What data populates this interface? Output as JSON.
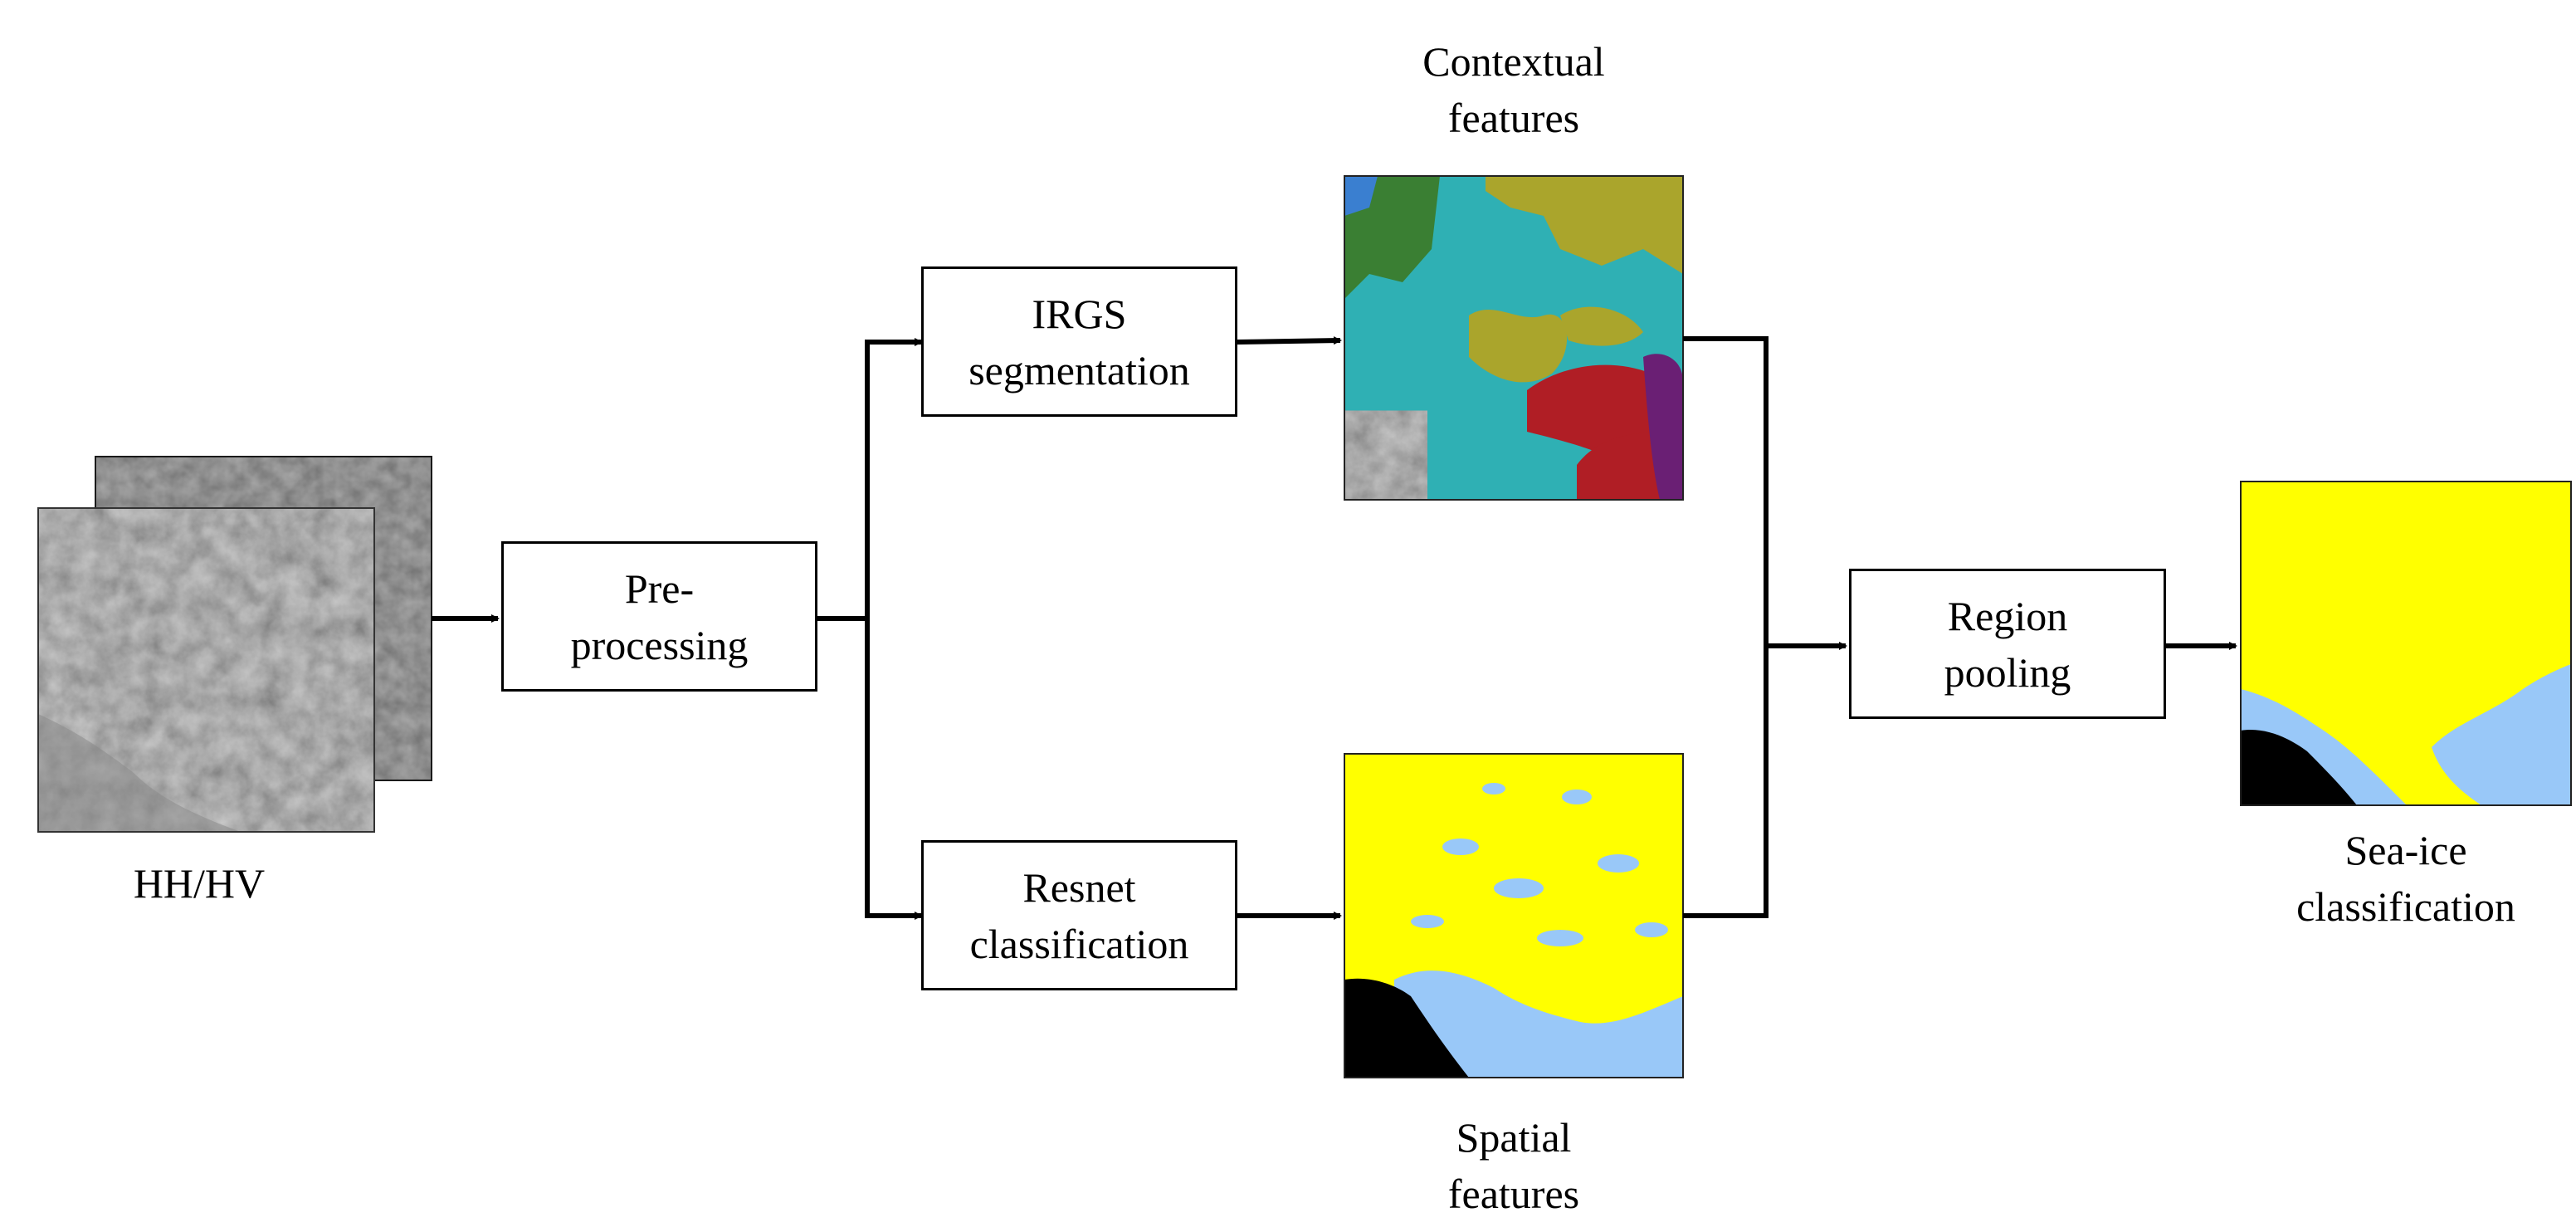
{
  "input": {
    "label": "HH/HV"
  },
  "nodes": {
    "preprocessing": [
      "Pre-",
      "processing"
    ],
    "irgs": [
      "IRGS",
      "segmentation"
    ],
    "resnet": [
      "Resnet",
      "classification"
    ],
    "region_pooling": [
      "Region",
      "pooling"
    ]
  },
  "outputs": {
    "contextual": [
      "Contextual",
      "features"
    ],
    "spatial": [
      "Spatial",
      "features"
    ],
    "seaice": [
      "Sea-ice",
      "classification"
    ]
  },
  "colors": {
    "ice_yellow": "#ffff00",
    "water_blue": "#99c8f8",
    "land_black": "#000000",
    "seg_teal": "#2fb0b4",
    "seg_olive": "#aaa52c",
    "seg_green": "#3a7f33",
    "seg_red": "#b01e25",
    "seg_purple": "#6a1f74",
    "seg_blue": "#3a7fd0",
    "sar_gray": "#5a5a5a"
  }
}
